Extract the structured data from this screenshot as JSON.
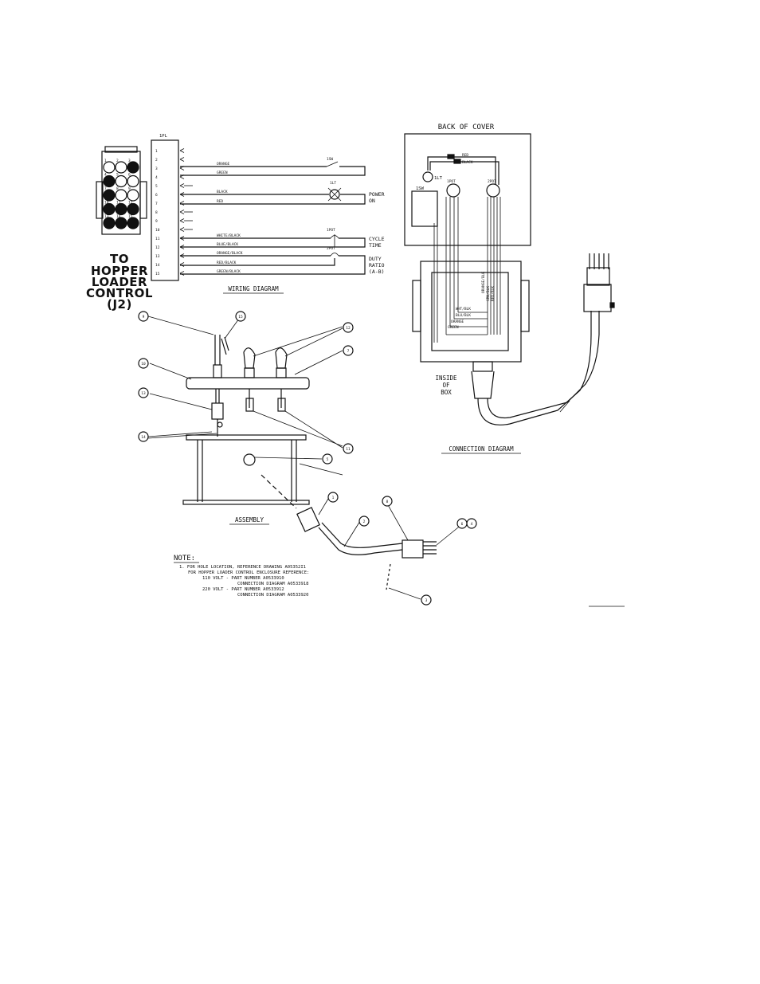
{
  "connector": {
    "header": "1PL",
    "pins": [
      "1",
      "2",
      "3",
      "4",
      "5",
      "6",
      "7",
      "8",
      "9",
      "10",
      "11",
      "12",
      "13",
      "14",
      "15"
    ],
    "caption_lines": [
      "TO",
      "HOPPER",
      "LOADER",
      "CONTROL",
      "(J2)"
    ]
  },
  "wiring_diagram": {
    "title": "WIRING DIAGRAM",
    "wire_labels": {
      "orange": "ORANGE",
      "green": "GREEN",
      "black": "BLACK",
      "red": "RED",
      "white_black": "WHITE/BLACK",
      "blue_black": "BLUE/BLACK",
      "orange_black": "ORANGE/BLACK",
      "red_black": "RED/BLACK",
      "green_black": "GREEN/BLACK"
    },
    "component_labels": {
      "switch": "1SW",
      "light": "1LT",
      "pot1": "1POT",
      "pot2": "2POT"
    },
    "function_labels": {
      "power_on": [
        "POWER",
        "ON"
      ],
      "cycle_time": [
        "CYCLE",
        "TIME"
      ],
      "duty_ratio": [
        "DUTY",
        "RATIO",
        "(A-B)"
      ]
    }
  },
  "connection_diagram": {
    "back_of_cover": "BACK OF COVER",
    "title": "CONNECTION DIAGRAM",
    "inside_of_box": [
      "INSIDE",
      "OF",
      "BOX"
    ],
    "wire_labels": {
      "red": "RED",
      "black": "BLACK",
      "white_blk": "WHT/BLK",
      "blue_blk": "BLU/BLK",
      "orange": "ORANGE",
      "green": "GREEN",
      "orange_blk": "ORANGE/BLK",
      "green_blk": "GRN/BLK",
      "red_blk": "RED/BLK"
    },
    "component_labels": {
      "light": "1LT",
      "switch": "1SW",
      "pot1": "1POT",
      "pot2": "2POT"
    }
  },
  "assembly": {
    "title": "ASSEMBLY",
    "balloons": [
      "1",
      "2",
      "3",
      "4",
      "5",
      "6",
      "7",
      "8",
      "9",
      "10",
      "11",
      "12",
      "13",
      "14",
      "15"
    ]
  },
  "note": {
    "heading": "NOTE:",
    "lines": [
      "1. FOR HOLE LOCATION, REFERENCE DRAWING A05352I1",
      "FOR HOPPER LOADER CONTROL ENCLOSURE REFERENCE:",
      "110 VOLT - PART NUMBER A0533910",
      "CONNECTION DIAGRAM A0533918",
      "220 VOLT - PART NUMBER A0533912",
      "CONNECTION DIAGRAM A0533920"
    ]
  }
}
